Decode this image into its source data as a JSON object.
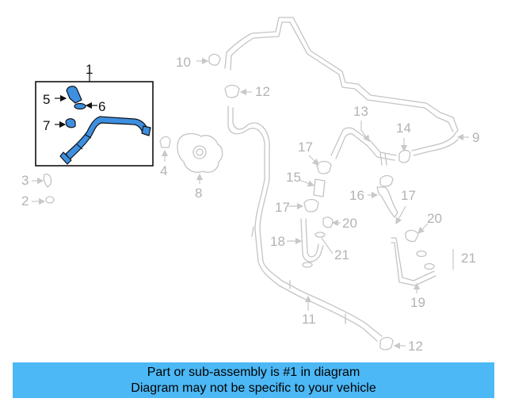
{
  "callouts": {
    "c1": "1",
    "c2": "2",
    "c3": "3",
    "c4": "4",
    "c5": "5",
    "c6": "6",
    "c7": "7",
    "c8": "8",
    "c9": "9",
    "c10": "10",
    "c11": "11",
    "c12a": "12",
    "c12b": "12",
    "c13": "13",
    "c14": "14",
    "c15": "15",
    "c16": "16",
    "c17a": "17",
    "c17b": "17",
    "c17c": "17",
    "c18": "18",
    "c19": "19",
    "c20a": "20",
    "c20b": "20",
    "c21a": "21",
    "c21b": "21"
  },
  "highlight": {
    "callout": "1",
    "color": "#3d8fe0"
  },
  "banner": {
    "line1": "Part or sub-assembly is #1 in diagram",
    "line2": "Diagram may not be specific to your vehicle",
    "background": "#4cb8f5"
  }
}
